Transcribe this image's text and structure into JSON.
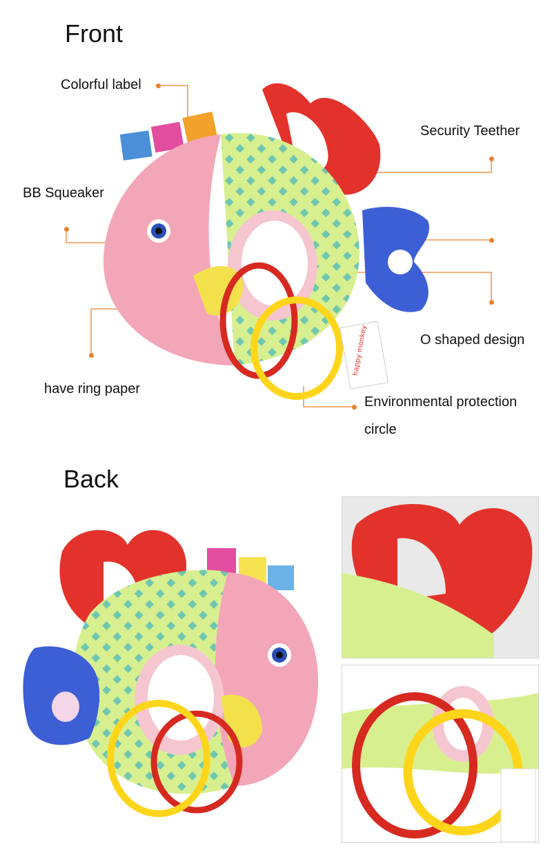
{
  "front": {
    "heading": "Front",
    "labels": {
      "colorful_label": "Colorful label",
      "security_teether": "Security Teether",
      "bb_squeaker": "BB Squeaker",
      "o_shaped": "O shaped design",
      "ring_paper": "have ring paper",
      "env_line1": "Environmental protection",
      "env_line2": "circle"
    }
  },
  "back": {
    "heading": "Back"
  },
  "colors": {
    "leader": "#e8822b",
    "pink": "#f3a6b8",
    "green": "#d8ef8f",
    "teal": "#6fc7b0",
    "red": "#e3322b",
    "blue": "#3d5fd6",
    "yellow": "#ffd51c"
  },
  "tag_text": "happy monkey"
}
